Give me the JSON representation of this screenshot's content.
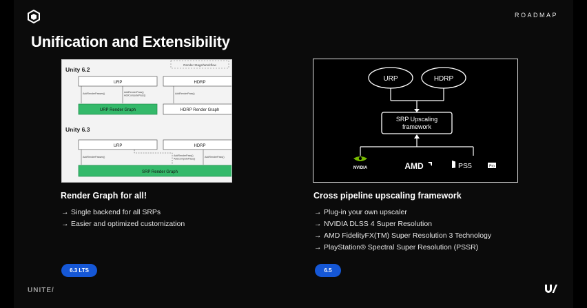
{
  "header": {
    "section_label": "ROADMAP"
  },
  "title": "Unification and Extensibility",
  "left": {
    "diagram": {
      "top_note": "Render Stage/Workflow",
      "v1_title": "Unity 6.2",
      "v1_urp": "URP",
      "v1_hdrp": "HDRP",
      "v1_note_a": "AddRenderPasses()",
      "v1_note_b": "AddRenderPass()\nAddComputePass()",
      "v1_note_c": "AddRenderPass()",
      "v1_urp_rg": "URP Render Graph",
      "v1_hdrp_rg": "HDRP Render Graph",
      "v2_title": "Unity 6.3",
      "v2_urp": "URP",
      "v2_hdrp": "HDRP",
      "v2_note_a": "AddRenderPasses()",
      "v2_note_b": "AddRenderPass()\nAddComputePass()",
      "v2_note_c": "AddRenderPass()",
      "v2_rg": "SRP Render Graph"
    },
    "heading": "Render Graph for all!",
    "bullets": [
      "Single backend for all SRPs",
      "Easier and optimized customization"
    ],
    "badge": "6.3 LTS"
  },
  "right": {
    "diagram": {
      "urp": "URP",
      "hdrp": "HDRP",
      "framework_line1": "SRP Upscaling",
      "framework_line2": "framework",
      "vendor_nvidia": "NVIDIA",
      "vendor_amd": "AMD",
      "vendor_ps5": "PS5",
      "vendor_ps5_pro": "Pro"
    },
    "heading": "Cross pipeline upscaling framework",
    "bullets": [
      "Plug-in your own upscaler",
      "NVIDIA DLSS 4 Super Resolution",
      "AMD FidelityFX(TM) Super Resolution 3 Technology",
      "PlayStation® Spectral Super Resolution (PSSR)"
    ],
    "badge": "6.5"
  },
  "footer": {
    "left_text": "UNITE/"
  },
  "colors": {
    "accent": "#1557d6",
    "render_graph_green": "#34b96a",
    "nvidia_green": "#76b900"
  },
  "icons": {
    "arrow": "→"
  }
}
